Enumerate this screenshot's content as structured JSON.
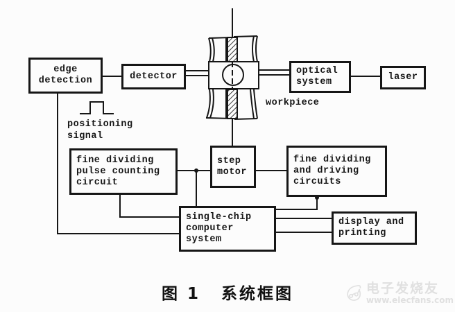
{
  "diagram": {
    "type": "block-diagram",
    "boxes": {
      "edge_detection": {
        "lines": [
          "edge",
          "detection"
        ]
      },
      "detector": {
        "lines": [
          "detector"
        ]
      },
      "optical_system": {
        "lines": [
          "optical",
          "system"
        ]
      },
      "laser": {
        "lines": [
          "laser"
        ]
      },
      "pulse_counting": {
        "lines": [
          "fine dividing",
          "pulse counting",
          "circuit"
        ]
      },
      "step_motor": {
        "lines": [
          "step",
          "motor"
        ]
      },
      "driving_circuits": {
        "lines": [
          "fine dividing",
          "and driving",
          "circuits"
        ]
      },
      "single_chip": {
        "lines": [
          "single-chip",
          "computer",
          "system"
        ]
      },
      "display_printing": {
        "lines": [
          "display and",
          "printing"
        ]
      }
    },
    "labels": {
      "workpiece": "workpiece",
      "positioning_signal": [
        "positioning",
        "signal"
      ]
    },
    "connections": [
      {
        "from": "edge_detection",
        "to": "detector"
      },
      {
        "from": "detector",
        "to": "workpiece",
        "style": "double-beam"
      },
      {
        "from": "workpiece",
        "to": "optical_system",
        "style": "double-beam"
      },
      {
        "from": "optical_system",
        "to": "laser"
      },
      {
        "from": "workpiece-axis",
        "to": "step_motor"
      },
      {
        "from": "edge_detection",
        "to": "single_chip"
      },
      {
        "from": "pulse_counting",
        "to": "single_chip"
      },
      {
        "from": "pulse_counting",
        "to": "step_motor"
      },
      {
        "from": "step_motor",
        "to": "driving_circuits"
      },
      {
        "from": "driving_circuits",
        "to": "single_chip"
      },
      {
        "from": "single_chip",
        "to": "display_printing",
        "style": "double"
      }
    ],
    "caption": {
      "prefix": "图 1",
      "title": "系统框图"
    },
    "colors": {
      "ink": "#161616",
      "background": "#fcfcfc",
      "watermark": "#e0e0e0"
    }
  },
  "watermark": {
    "brand": "电子发烧友",
    "url": "www.elecfans.com"
  }
}
